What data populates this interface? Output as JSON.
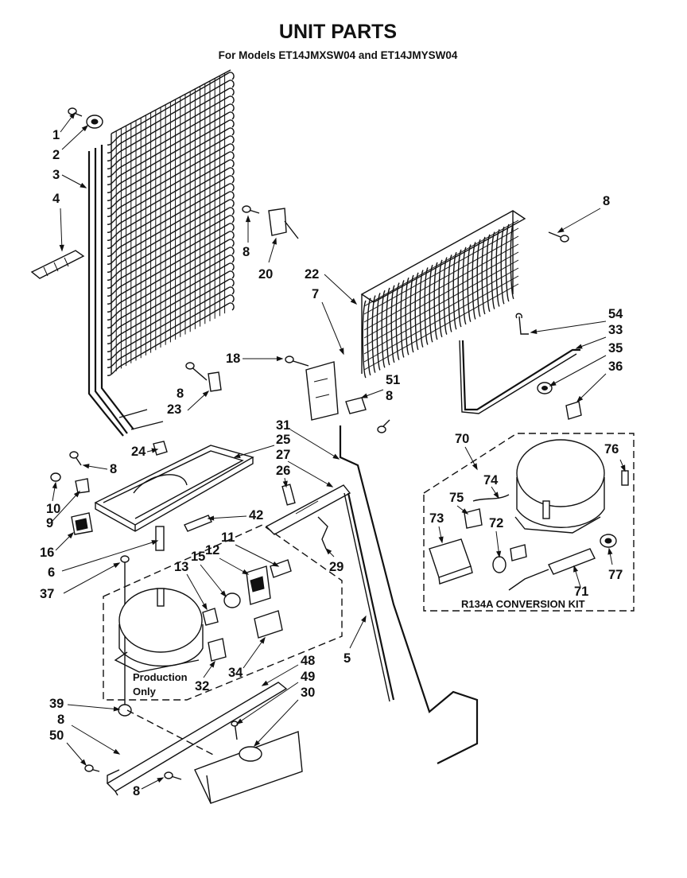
{
  "title": "UNIT PARTS",
  "subtitle": "For Models ET14JMXSW04 and ET14JMYSW04",
  "kit_label": "R134A CONVERSION KIT",
  "production_note": [
    "Production",
    "Only"
  ],
  "callouts": {
    "p1": "1",
    "p2": "2",
    "p3": "3",
    "p4": "4",
    "p8a": "8",
    "p20": "20",
    "p8b": "8",
    "p22": "22",
    "p7": "7",
    "p54": "54",
    "p33": "33",
    "p35": "35",
    "p36": "36",
    "p18": "18",
    "p51": "51",
    "p8c": "8",
    "p8d": "8",
    "p23": "23",
    "p31": "31",
    "p25": "25",
    "p24": "24",
    "p8e": "8",
    "p27": "27",
    "p26": "26",
    "p10": "10",
    "p9": "9",
    "p42": "42",
    "p16": "16",
    "p11": "11",
    "p12": "12",
    "p13": "13",
    "p15": "15",
    "p6": "6",
    "p37": "37",
    "p29": "29",
    "p70": "70",
    "p76": "76",
    "p74": "74",
    "p75": "75",
    "p73": "73",
    "p72": "72",
    "p71": "71",
    "p77": "77",
    "p5": "5",
    "p34": "34",
    "p32": "32",
    "p48": "48",
    "p49": "49",
    "p30": "30",
    "p39": "39",
    "p8f": "8",
    "p50": "50",
    "p8g": "8"
  }
}
